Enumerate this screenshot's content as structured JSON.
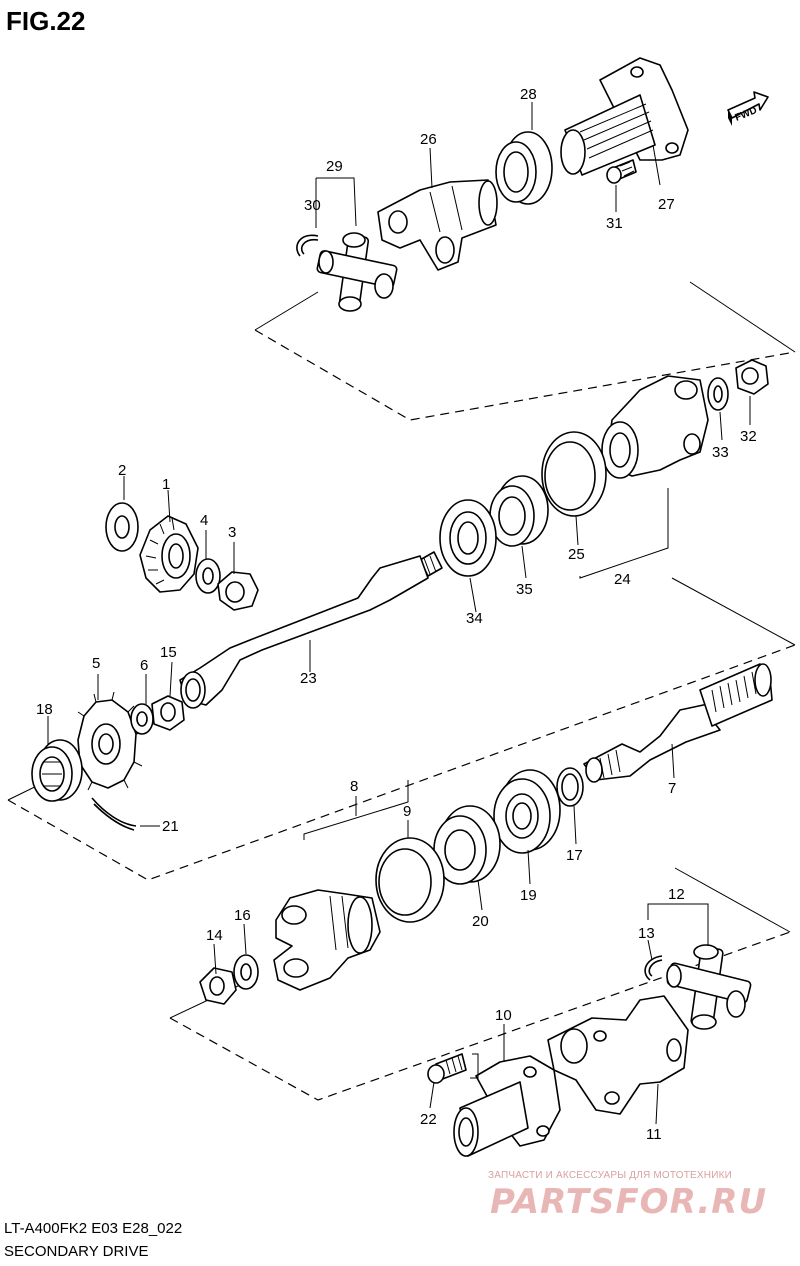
{
  "figure": {
    "title": "FIG.22",
    "model_code": "LT-A400FK2 E03 E28_022",
    "name": "SECONDARY DRIVE",
    "fwd_label": "FWD"
  },
  "callouts": [
    "1",
    "2",
    "3",
    "4",
    "5",
    "6",
    "7",
    "8",
    "9",
    "10",
    "11",
    "12",
    "13",
    "14",
    "15",
    "16",
    "17",
    "18",
    "19",
    "20",
    "21",
    "22",
    "23",
    "24",
    "25",
    "26",
    "27",
    "28",
    "29",
    "30",
    "31",
    "32",
    "33",
    "34",
    "35"
  ],
  "watermark": {
    "caption": "ЗАПЧАСТИ И АКСЕССУАРЫ ДЛЯ МОТОТЕХНИКИ",
    "logo": "PARTSFOR.RU"
  }
}
